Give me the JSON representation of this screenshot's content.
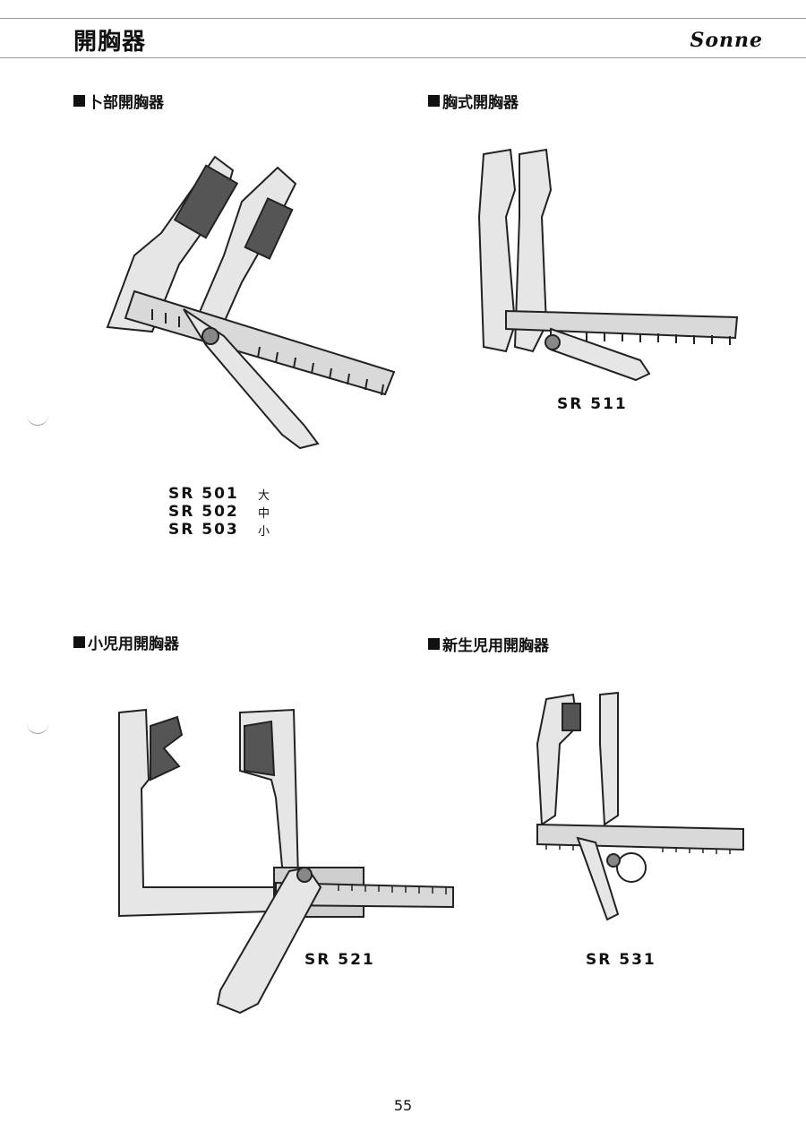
{
  "header": {
    "title": "開胸器",
    "brand": "Sonne"
  },
  "sections": {
    "s1": {
      "title": "卜部開胸器"
    },
    "s2": {
      "title": "胸式開胸器",
      "code": "SR 511"
    },
    "s3": {
      "title": "小児用開胸器",
      "code": "SR 521"
    },
    "s4": {
      "title": "新生児用開胸器",
      "code": "SR 531"
    }
  },
  "s1_codes": [
    {
      "code": "SR 501",
      "size": "大"
    },
    {
      "code": "SR 502",
      "size": "中"
    },
    {
      "code": "SR 503",
      "size": "小"
    }
  ],
  "footer": {
    "page_number": "55"
  }
}
